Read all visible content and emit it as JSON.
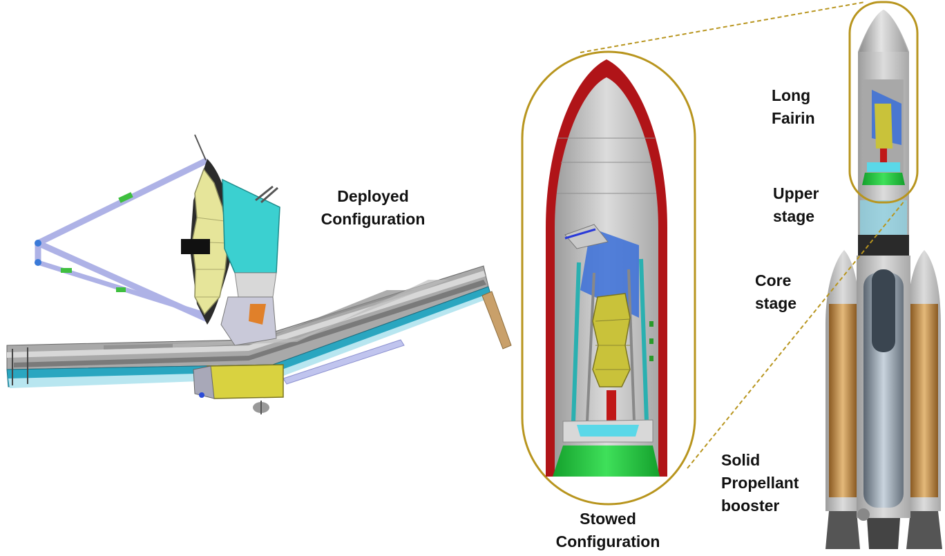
{
  "labels": {
    "deployed": [
      "Deployed",
      "Configuration"
    ],
    "stowed": [
      "Stowed",
      "Configuration"
    ],
    "fairing": [
      "Long",
      "Fairin"
    ],
    "upper": [
      "Upper",
      "stage"
    ],
    "core": [
      "Core",
      "stage"
    ],
    "booster": [
      "Solid",
      "Propellant",
      "booster"
    ]
  },
  "colors": {
    "callout": "#b8951e",
    "fairing_red": "#b01418",
    "adapter_green": "#1fbf3a",
    "sunshield_gray": "#9a9a9a",
    "mirror_gold": "#c8c23a",
    "instrument_cyan": "#33c9c9",
    "booster_tan": "#c9924a"
  }
}
